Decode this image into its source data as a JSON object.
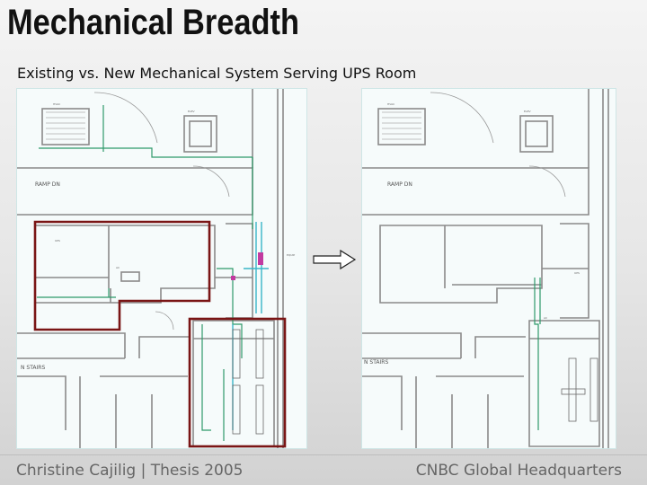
{
  "slide": {
    "title": "Mechanical Breadth",
    "subtitle": "Existing vs. New Mechanical System Serving UPS Room",
    "footer_left": "Christine Cajilig | Thesis 2005",
    "footer_right": "CNBC Global Headquarters"
  },
  "plans": {
    "existing": {
      "ramp_label": "RAMP DN",
      "stair_label": "N STAIRS"
    },
    "new": {
      "ramp_label": "RAMP DN",
      "stair_label": "N STAIRS"
    }
  },
  "colors": {
    "highlight": "#7a1515",
    "wall": "#8a8a8a",
    "duct_green": "#2e9a6a",
    "duct_cyan": "#39b6c8",
    "equipment_magenta": "#c23aa0"
  },
  "icons": {
    "arrow": "right-arrow-icon"
  }
}
